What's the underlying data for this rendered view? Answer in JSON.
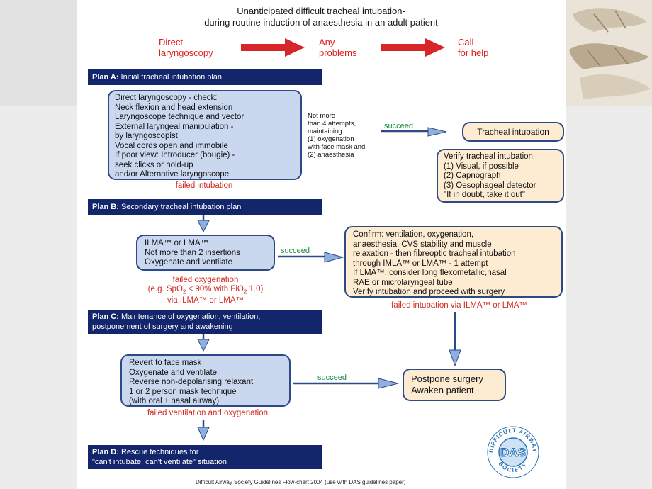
{
  "header": {
    "title_line1": "Unanticipated difficult tracheal intubation-",
    "title_line2": "during routine induction of anaesthesia in an adult patient"
  },
  "top_steps": [
    {
      "line1": "Direct",
      "line2": "laryngoscopy"
    },
    {
      "line1": "Any",
      "line2": "problems"
    },
    {
      "line1": "Call",
      "line2": "for help"
    }
  ],
  "plan_a": {
    "bold": "Plan A:",
    "text": " Initial tracheal intubation plan",
    "box_lines": [
      "Direct laryngoscopy - check:",
      "Neck flexion and head extension",
      "Laryngoscope technique and vector",
      "External laryngeal manipulation -",
      "by laryngoscopist",
      "Vocal cords open and immobile",
      "If poor view: Introducer (bougie) -",
      "seek clicks or hold-up",
      "and/or Alternative laryngoscope"
    ],
    "note_lines": [
      "Not more",
      "than 4 attempts,",
      "maintaining:",
      "(1) oxygenation",
      "with face mask and",
      "(2) anaesthesia"
    ],
    "succeed": "succeed",
    "tracheal_intubation": "Tracheal intubation",
    "verify_lines": [
      "Verify tracheal intubation",
      "(1) Visual, if possible",
      "(2) Capnograph",
      "(3) Oesophageal detector",
      "\"If in doubt, take it out\""
    ],
    "failed": "failed intubation"
  },
  "plan_b": {
    "bold": "Plan B:",
    "text": " Secondary tracheal intubation plan",
    "box_lines": [
      "ILMA™ or LMA™",
      "Not more than 2 insertions",
      "Oxygenate and ventilate"
    ],
    "succeed": "succeed",
    "confirm_lines": [
      "Confirm: ventilation, oxygenation,",
      "anaesthesia, CVS stability and muscle",
      "relaxation - then fibreoptic tracheal intubation",
      "through IMLA™ or LMA™ - 1 attempt",
      "If LMA™, consider long flexometallic,nasal",
      "RAE or microlaryngeal tube",
      "Verify intubation and proceed with surgery"
    ],
    "failed_ox_line1": "failed oxygenation",
    "failed_ox_line2_a": "(e.g. SpO",
    "failed_ox_line2_sub1": "2",
    "failed_ox_line2_b": " < 90% with FiO",
    "failed_ox_line2_sub2": "2",
    "failed_ox_line2_c": " 1.0)",
    "failed_ox_line3": "via ILMA™ or LMA™",
    "failed_intubation_via": "failed intubation via ILMA™ or LMA™"
  },
  "plan_c": {
    "bold": "Plan C:",
    "text_line1": " Maintenance of oxygenation, ventilation,",
    "text_line2": "postponement of surgery and awakening",
    "box_lines": [
      "Revert to face mask",
      "Oxygenate and ventilate",
      "Reverse non-depolarising relaxant",
      "1 or 2 person mask technique",
      "(with oral ± nasal airway)"
    ],
    "succeed": "succeed",
    "postpone_line1": "Postpone surgery",
    "postpone_line2": "Awaken patient",
    "failed": "failed ventilation and oxygenation"
  },
  "plan_d": {
    "bold": "Plan D:",
    "text_line1": " Rescue techniques for",
    "text_line2": "\"can't intubate, can't ventilate\" situation"
  },
  "logo": {
    "center": "DAS",
    "ring_top": "DIFFICULT AIRWAY",
    "ring_bottom": "SOCIETY"
  },
  "footer": "Difficult Airway Society Guidelines Flow-chart 2004 (use with DAS guidelines paper)",
  "colors": {
    "navy": "#13266b",
    "box_blue": "#c9d8ef",
    "box_peach": "#fdebd2",
    "arrow_red": "#d6262a",
    "arrow_blue": "#4a6fb5",
    "succeed_green": "#1a8a3b",
    "failed_red": "#d12a1f"
  }
}
